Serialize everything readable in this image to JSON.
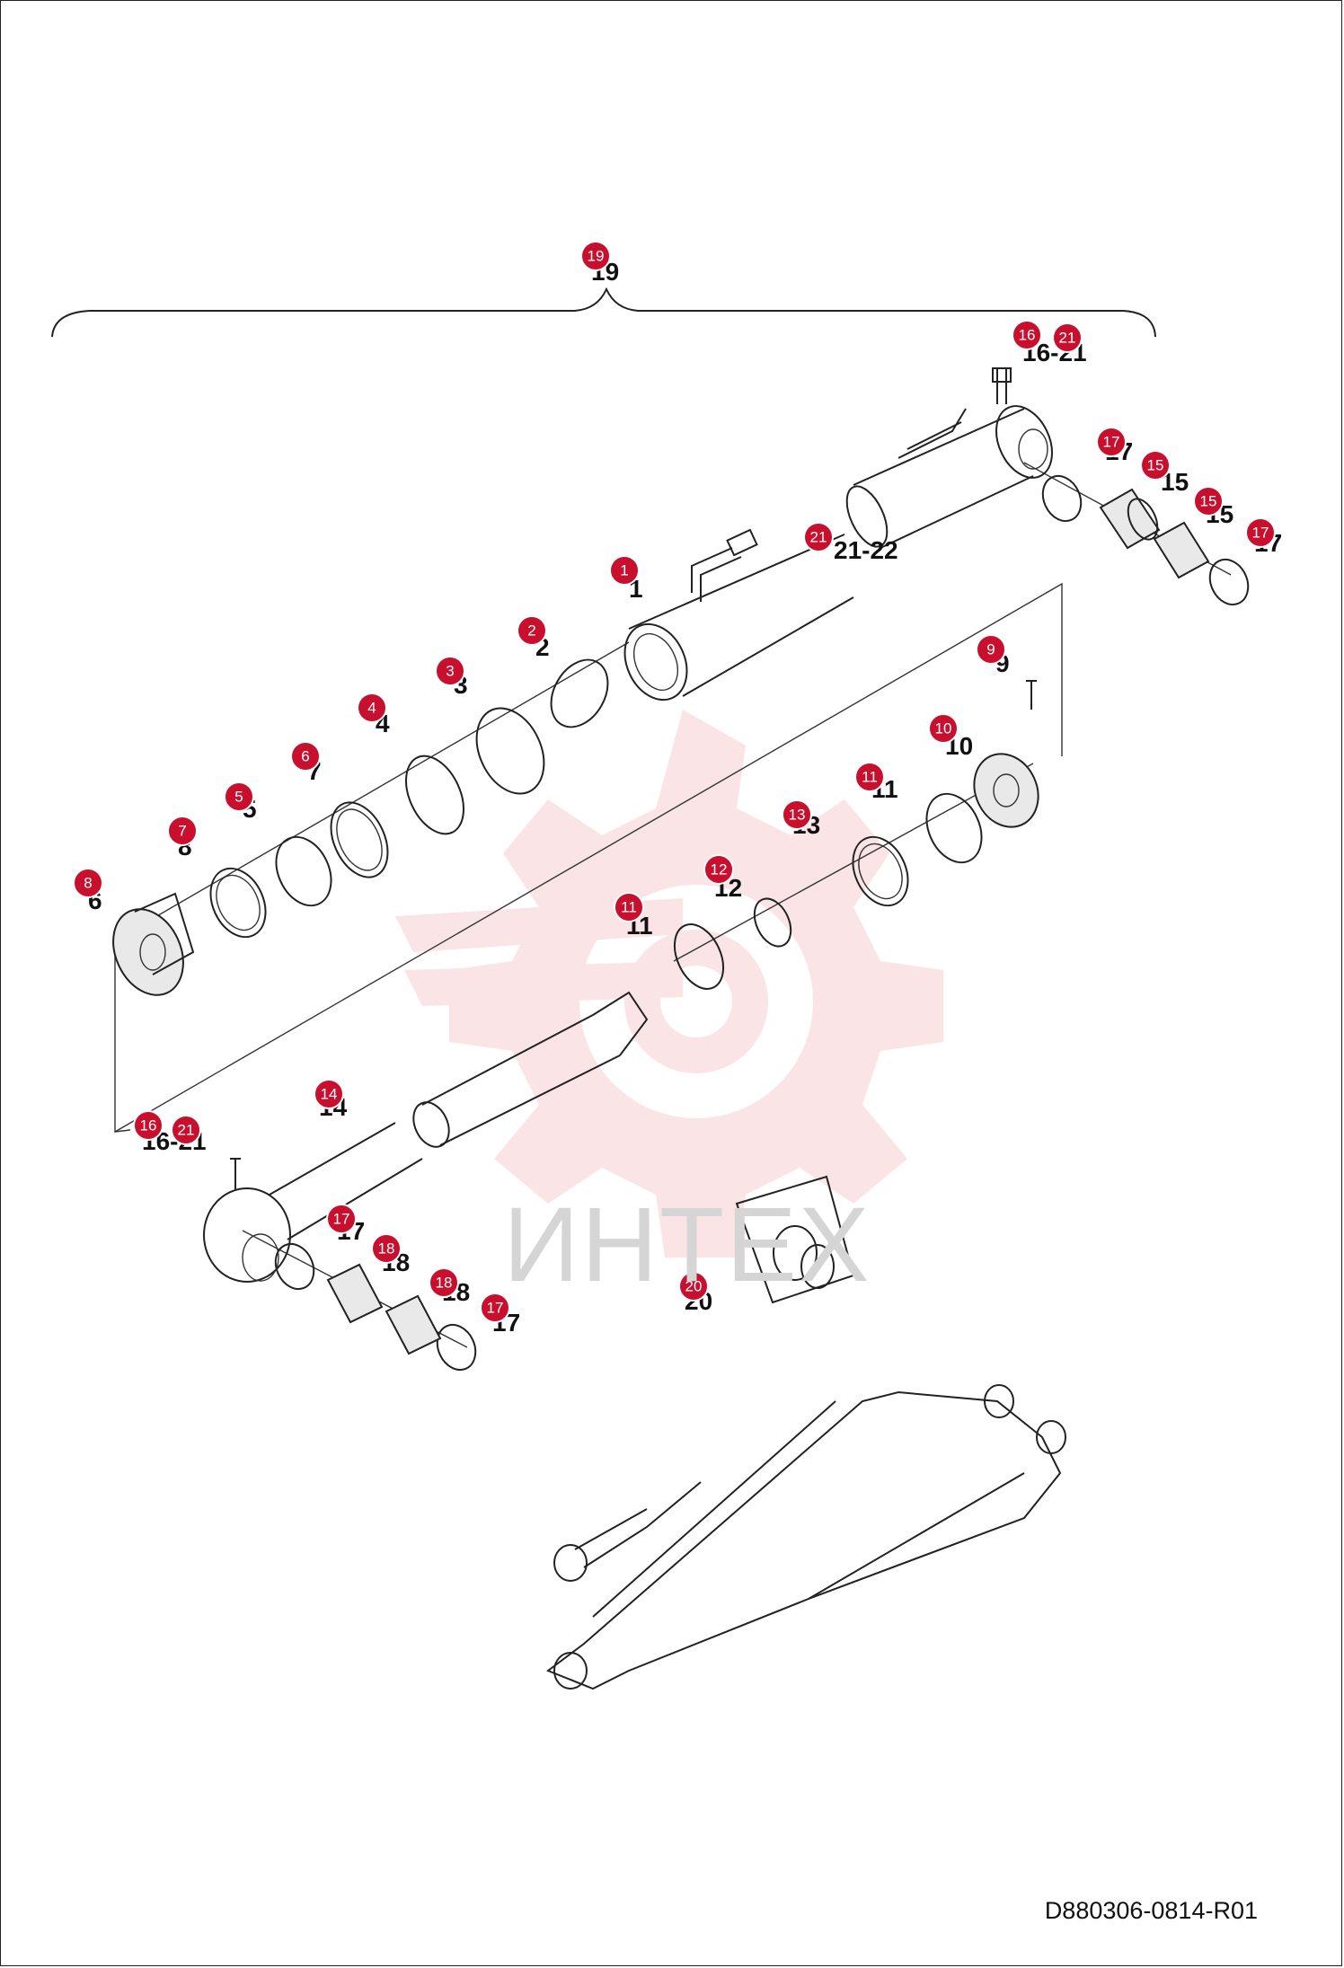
{
  "document_code": "D880306-0814-R01",
  "watermark": {
    "text": "ИНТЕХ",
    "color": "#f2b3b8"
  },
  "colors": {
    "callout": "#c8102e",
    "line": "#222222"
  },
  "printed_labels": [
    "1",
    "2",
    "3",
    "4",
    "5",
    "6",
    "7",
    "8",
    "9",
    "10",
    "11",
    "11",
    "12",
    "13",
    "14",
    "15",
    "15",
    "16-21",
    "16-21",
    "17",
    "17",
    "17",
    "17",
    "18",
    "18",
    "19",
    "20",
    "21-22"
  ],
  "callouts": [
    "19",
    "16",
    "21",
    "17",
    "15",
    "15",
    "17",
    "21",
    "1",
    "2",
    "3",
    "4",
    "6",
    "5",
    "7",
    "8",
    "9",
    "10",
    "11",
    "13",
    "12",
    "11",
    "14",
    "16",
    "21",
    "17",
    "18",
    "18",
    "17",
    "20"
  ]
}
